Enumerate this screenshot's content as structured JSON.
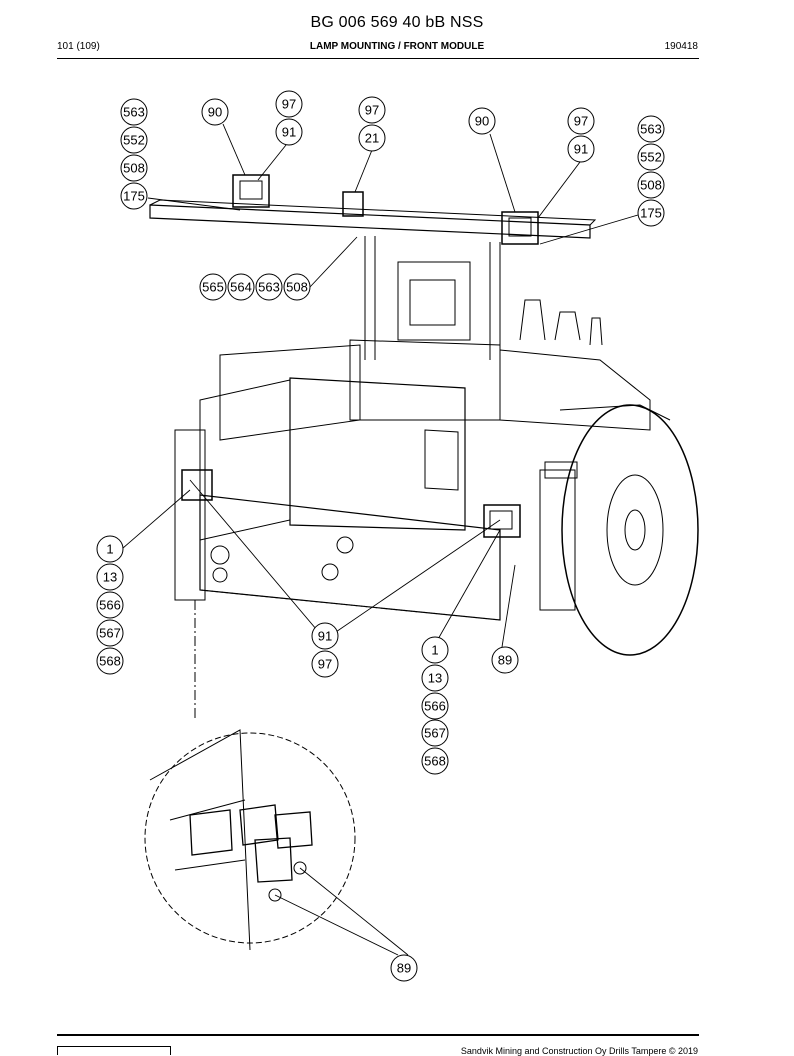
{
  "header": {
    "doc_title": "BG 006 569 40 bB NSS",
    "page_number": "101 (109)",
    "section": "LAMP MOUNTING / FRONT MODULE",
    "doc_date": "190418"
  },
  "footer": {
    "copyright": "Sandvik Mining and Construction Oy Drills Tampere © 2019"
  },
  "callouts": [
    {
      "label": "563"
    },
    {
      "label": "552"
    },
    {
      "label": "508"
    },
    {
      "label": "175"
    },
    {
      "label": "90"
    },
    {
      "label": "97"
    },
    {
      "label": "91"
    },
    {
      "label": "97"
    },
    {
      "label": "21"
    },
    {
      "label": "90"
    },
    {
      "label": "97"
    },
    {
      "label": "91"
    },
    {
      "label": "563"
    },
    {
      "label": "552"
    },
    {
      "label": "508"
    },
    {
      "label": "175"
    },
    {
      "label": "565"
    },
    {
      "label": "564"
    },
    {
      "label": "563"
    },
    {
      "label": "508"
    },
    {
      "label": "1"
    },
    {
      "label": "13"
    },
    {
      "label": "566"
    },
    {
      "label": "567"
    },
    {
      "label": "568"
    },
    {
      "label": "91"
    },
    {
      "label": "97"
    },
    {
      "label": "1"
    },
    {
      "label": "13"
    },
    {
      "label": "566"
    },
    {
      "label": "567"
    },
    {
      "label": "568"
    },
    {
      "label": "89"
    },
    {
      "label": "89"
    }
  ]
}
